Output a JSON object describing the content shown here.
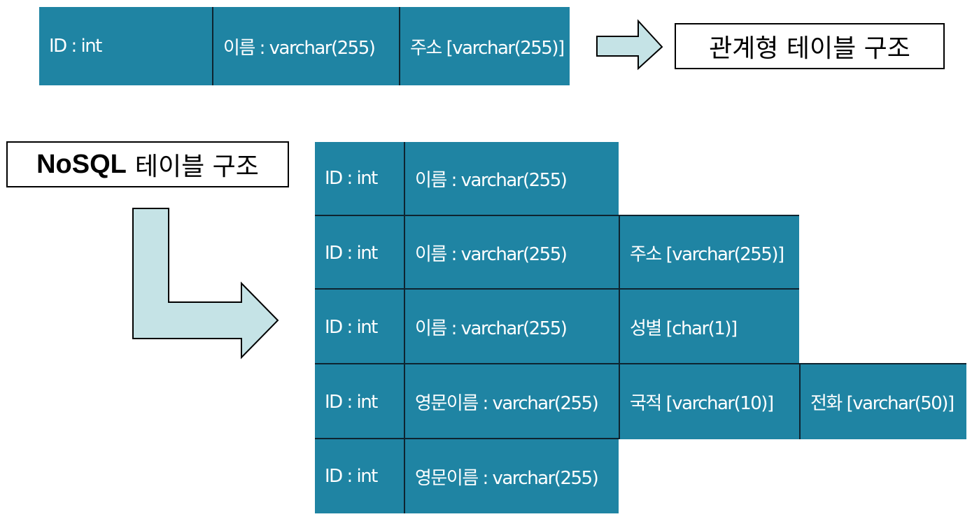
{
  "relational": {
    "label": "관계형 테이블 구조",
    "cells": [
      "ID : int",
      "이름 : varchar(255)",
      "주소 [varchar(255)]"
    ]
  },
  "nosql": {
    "label_bold": "NoSQL",
    "label_rest": "테이블 구조",
    "rows": [
      [
        "ID : int",
        "이름 : varchar(255)"
      ],
      [
        "ID : int",
        "이름 : varchar(255)",
        "주소 [varchar(255)]"
      ],
      [
        "ID : int",
        "이름 : varchar(255)",
        "성별 [char(1)]"
      ],
      [
        "ID : int",
        "영문이름 : varchar(255)",
        "국적 [varchar(10)]",
        "전화 [varchar(50)]"
      ],
      [
        "ID : int",
        "영문이름 : varchar(255)"
      ]
    ]
  },
  "colors": {
    "cell": "#1f84a3",
    "arrow_fill": "#c5e3e6",
    "divider": "#0e2430"
  }
}
